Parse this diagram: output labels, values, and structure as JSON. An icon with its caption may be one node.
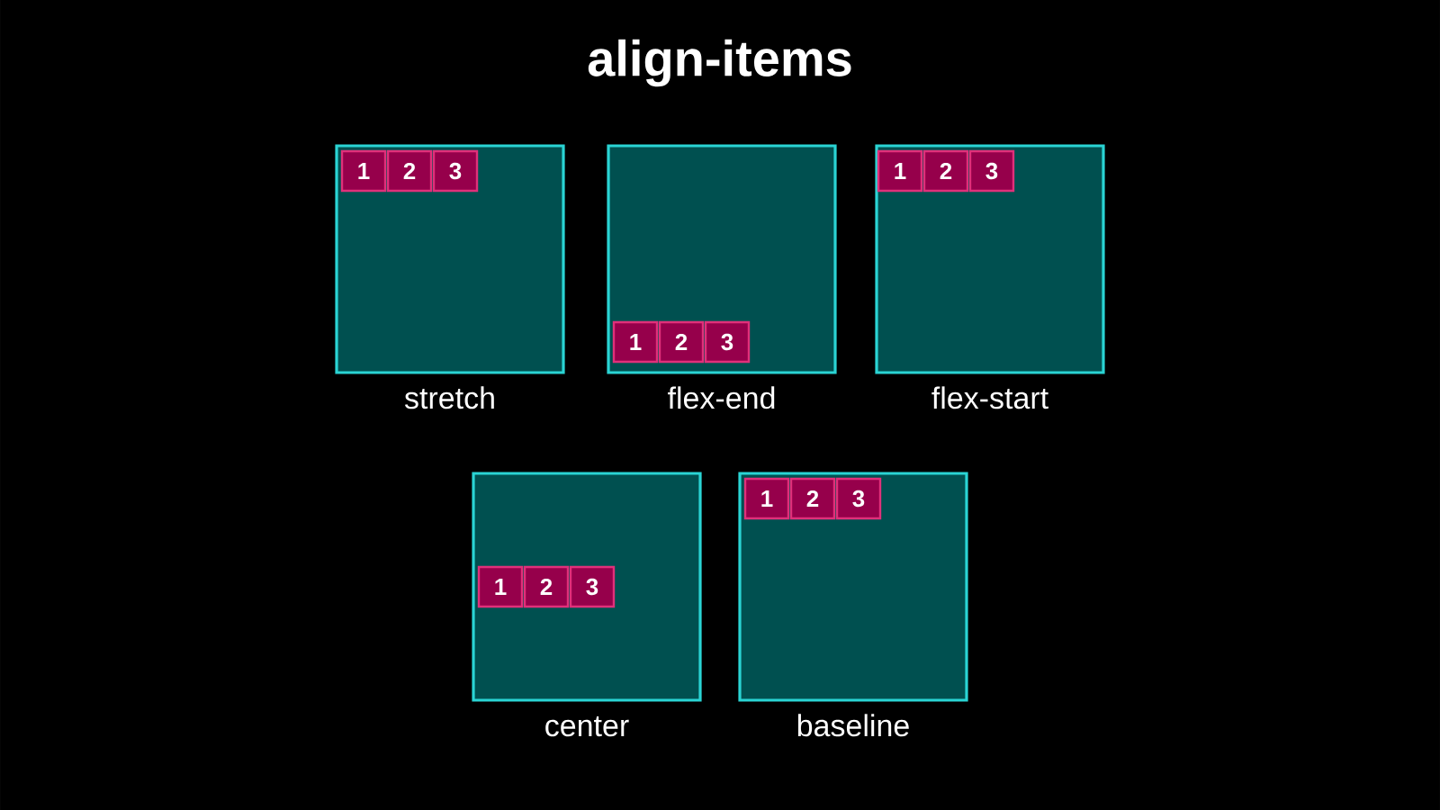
{
  "diagram": {
    "title": "align-items",
    "nodes": [
      {
        "text": [],
        "shape": "box",
        "beside": [
          "stretch"
        ]
      },
      {
        "text": [
          "1"
        ],
        "in": 0
      },
      {
        "text": [
          "2"
        ],
        "in": 0
      },
      {
        "text": [
          "3"
        ],
        "in": 0
      },
      {
        "text": [],
        "shape": "box",
        "beside": [
          "flex-end"
        ]
      },
      {
        "text": [
          "1"
        ],
        "in": 4
      },
      {
        "text": [
          "2"
        ],
        "in": 4
      },
      {
        "text": [
          "3"
        ],
        "in": 4
      },
      {
        "text": [],
        "shape": "box",
        "beside": [
          "flex-start"
        ]
      },
      {
        "text": [
          "1"
        ],
        "in": 8
      },
      {
        "text": [
          "2"
        ],
        "in": 8
      },
      {
        "text": [
          "3"
        ],
        "in": 8
      },
      {
        "text": [],
        "shape": "box",
        "beside": [
          "center"
        ]
      },
      {
        "text": [
          "1"
        ],
        "in": 12
      },
      {
        "text": [
          "2"
        ],
        "in": 12
      },
      {
        "text": [
          "3"
        ],
        "in": 12
      },
      {
        "text": [],
        "shape": "box",
        "beside": [
          "baseline"
        ]
      },
      {
        "text": [
          "1"
        ],
        "in": 16
      },
      {
        "text": [
          "2"
        ],
        "in": 16
      },
      {
        "text": [
          "3"
        ],
        "in": 16
      }
    ]
  }
}
